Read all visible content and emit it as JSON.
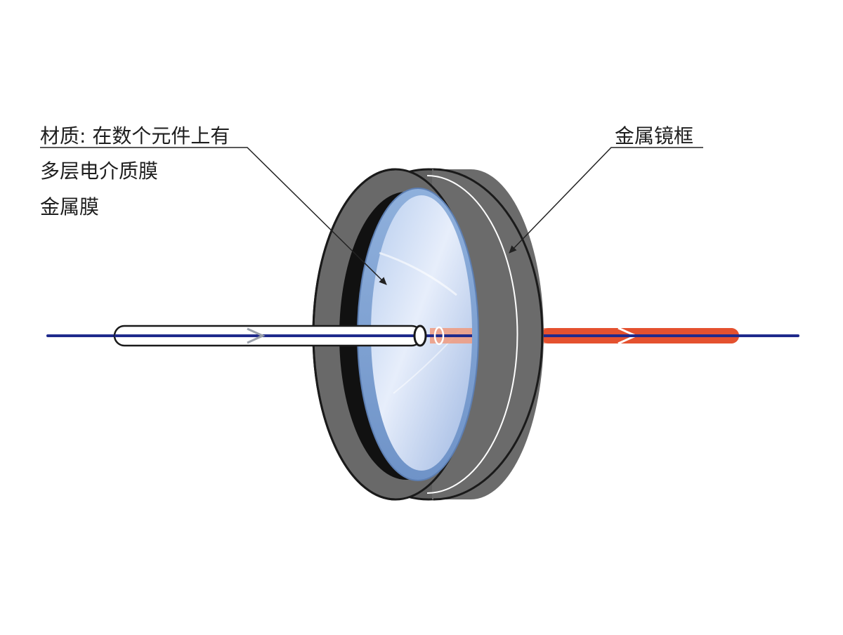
{
  "labels": {
    "material_line1": "材质: 在数个元件上有",
    "material_line2": "多层电介质膜",
    "material_line3": "金属膜",
    "frame": "金属镜框"
  },
  "colors": {
    "beam_axis": "#1f2a8c",
    "incident_tube": "#ffffff",
    "output_beam": "#e4512f",
    "frame_outer": "#6b6b6b",
    "frame_inner_shadow": "#1a1a1a",
    "lens_glass": "#bcd3f2",
    "lens_edge": "#7f9fc9",
    "leader_line": "#222222"
  }
}
